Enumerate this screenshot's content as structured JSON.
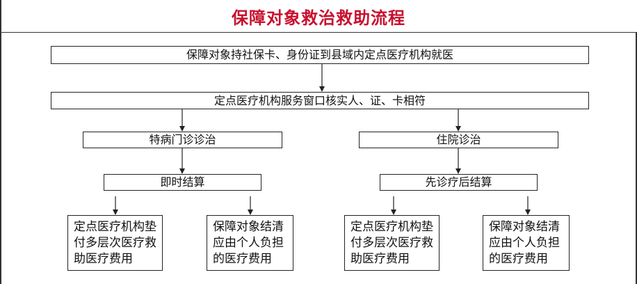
{
  "title": "保障对象救治救助流程",
  "colors": {
    "title": "#c8102e",
    "line": "#222222"
  },
  "steps": {
    "step1": "保障对象持社保卡、身份证到县域内定点医疗机构就医",
    "step2": "定点医疗机构服务窗口核实人、证、卡相符",
    "left_branch": "特病门诊诊治",
    "right_branch": "住院诊治",
    "left_settle": "即时结算",
    "right_settle": "先诊疗后结算",
    "outcomes": [
      "定点医疗机构垫付多层次医疗救助医疗费用",
      "保障对象结清应由个人负担的医疗费用",
      "定点医疗机构垫付多层次医疗救助医疗费用",
      "保障对象结清应由个人负担的医疗费用"
    ]
  }
}
